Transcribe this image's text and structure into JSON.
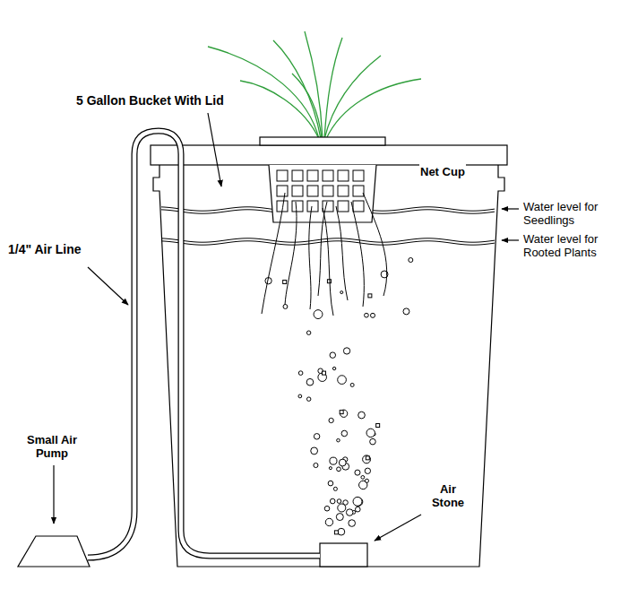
{
  "diagram": {
    "labels": [
      "5 Gallon Bucket With Lid",
      "Net Cup",
      "Water level for Seedlings",
      "Water level for Rooted Plants",
      "1/4\" Air Line",
      "Small Air Pump",
      "Air Stone"
    ]
  }
}
